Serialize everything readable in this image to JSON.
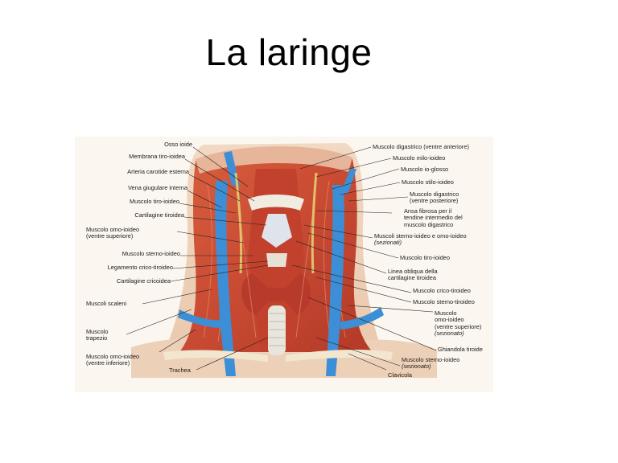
{
  "slide": {
    "title": "La laringe"
  },
  "figure": {
    "labels_left": [
      {
        "id": "osso-ioide",
        "lines": [
          "Osso ioide"
        ]
      },
      {
        "id": "membrana-tiro-ioidea",
        "lines": [
          "Membrana tiro-ioidea"
        ]
      },
      {
        "id": "arteria-carotide-esterna",
        "lines": [
          "Arteria carotide esterna"
        ]
      },
      {
        "id": "vena-giugulare-interna",
        "lines": [
          "Vena giugulare interna"
        ]
      },
      {
        "id": "muscolo-tiro-ioideo",
        "lines": [
          "Muscolo tiro-ioideo"
        ]
      },
      {
        "id": "cartilagine-tiroidea",
        "lines": [
          "Cartilagine tiroidea"
        ]
      },
      {
        "id": "muscolo-omo-ioideo-sup",
        "lines": [
          "Muscolo omo-ioideo",
          "(ventre superiore)"
        ]
      },
      {
        "id": "muscolo-sterno-ioideo",
        "lines": [
          "Muscolo sterno-ioideo"
        ]
      },
      {
        "id": "legamento-crico-tiroideo",
        "lines": [
          "Legamento crico-tiroideo"
        ]
      },
      {
        "id": "cartilagine-cricoidea",
        "lines": [
          "Cartilagine cricoidea"
        ]
      },
      {
        "id": "muscoli-scaleni",
        "lines": [
          "Muscoli scaleni"
        ]
      },
      {
        "id": "muscolo-trapezio",
        "lines": [
          "Muscolo",
          "trapezio"
        ]
      },
      {
        "id": "muscolo-omo-ioideo-inf",
        "lines": [
          "Muscolo omo-ioideo",
          "(ventre inferiore)"
        ]
      },
      {
        "id": "trachea",
        "lines": [
          "Trachea"
        ]
      }
    ],
    "labels_right": [
      {
        "id": "digastrico-anteriore",
        "lines": [
          "Muscolo digastrico (ventre anteriore)"
        ]
      },
      {
        "id": "milo-ioideo",
        "lines": [
          "Muscolo milo-ioideo"
        ]
      },
      {
        "id": "io-glosso",
        "lines": [
          "Muscolo io-glosso"
        ]
      },
      {
        "id": "stilo-ioideo",
        "lines": [
          "Muscolo stilo-ioideo"
        ]
      },
      {
        "id": "digastrico-posteriore",
        "lines": [
          "Muscolo digastrico",
          "(ventre posteriore)"
        ]
      },
      {
        "id": "ansa-fibrosa",
        "lines": [
          "Ansa fibrosa per il",
          "tendine intermedio del",
          "muscolo digastrico"
        ]
      },
      {
        "id": "sterno-ioideo-omo-ioideo",
        "lines": [
          "Muscoli sterno-ioideo e omo-ioideo"
        ],
        "note": "(sezionati)"
      },
      {
        "id": "tiro-ioideo-r",
        "lines": [
          "Muscolo tiro-ioideo"
        ]
      },
      {
        "id": "linea-obliqua",
        "lines": [
          "Linea obliqua della",
          "cartilagine tiroidea"
        ]
      },
      {
        "id": "crico-tiroideo",
        "lines": [
          "Muscolo crico-tiroideo"
        ]
      },
      {
        "id": "sterno-tiroideo",
        "lines": [
          "Muscolo sterno-tiroideo"
        ]
      },
      {
        "id": "omo-ioideo-sup-r",
        "lines": [
          "Muscolo",
          "omo-ioideo",
          "(ventre superiore)"
        ],
        "note": "(sezionato)"
      },
      {
        "id": "ghiandola-tiroide",
        "lines": [
          "Ghiandola tiroide"
        ]
      },
      {
        "id": "sterno-ioideo-r",
        "lines": [
          "Muscolo sterno-ioideo"
        ],
        "note": "(sezionato)"
      },
      {
        "id": "clavicola",
        "lines": [
          "Clavicola"
        ]
      }
    ]
  }
}
